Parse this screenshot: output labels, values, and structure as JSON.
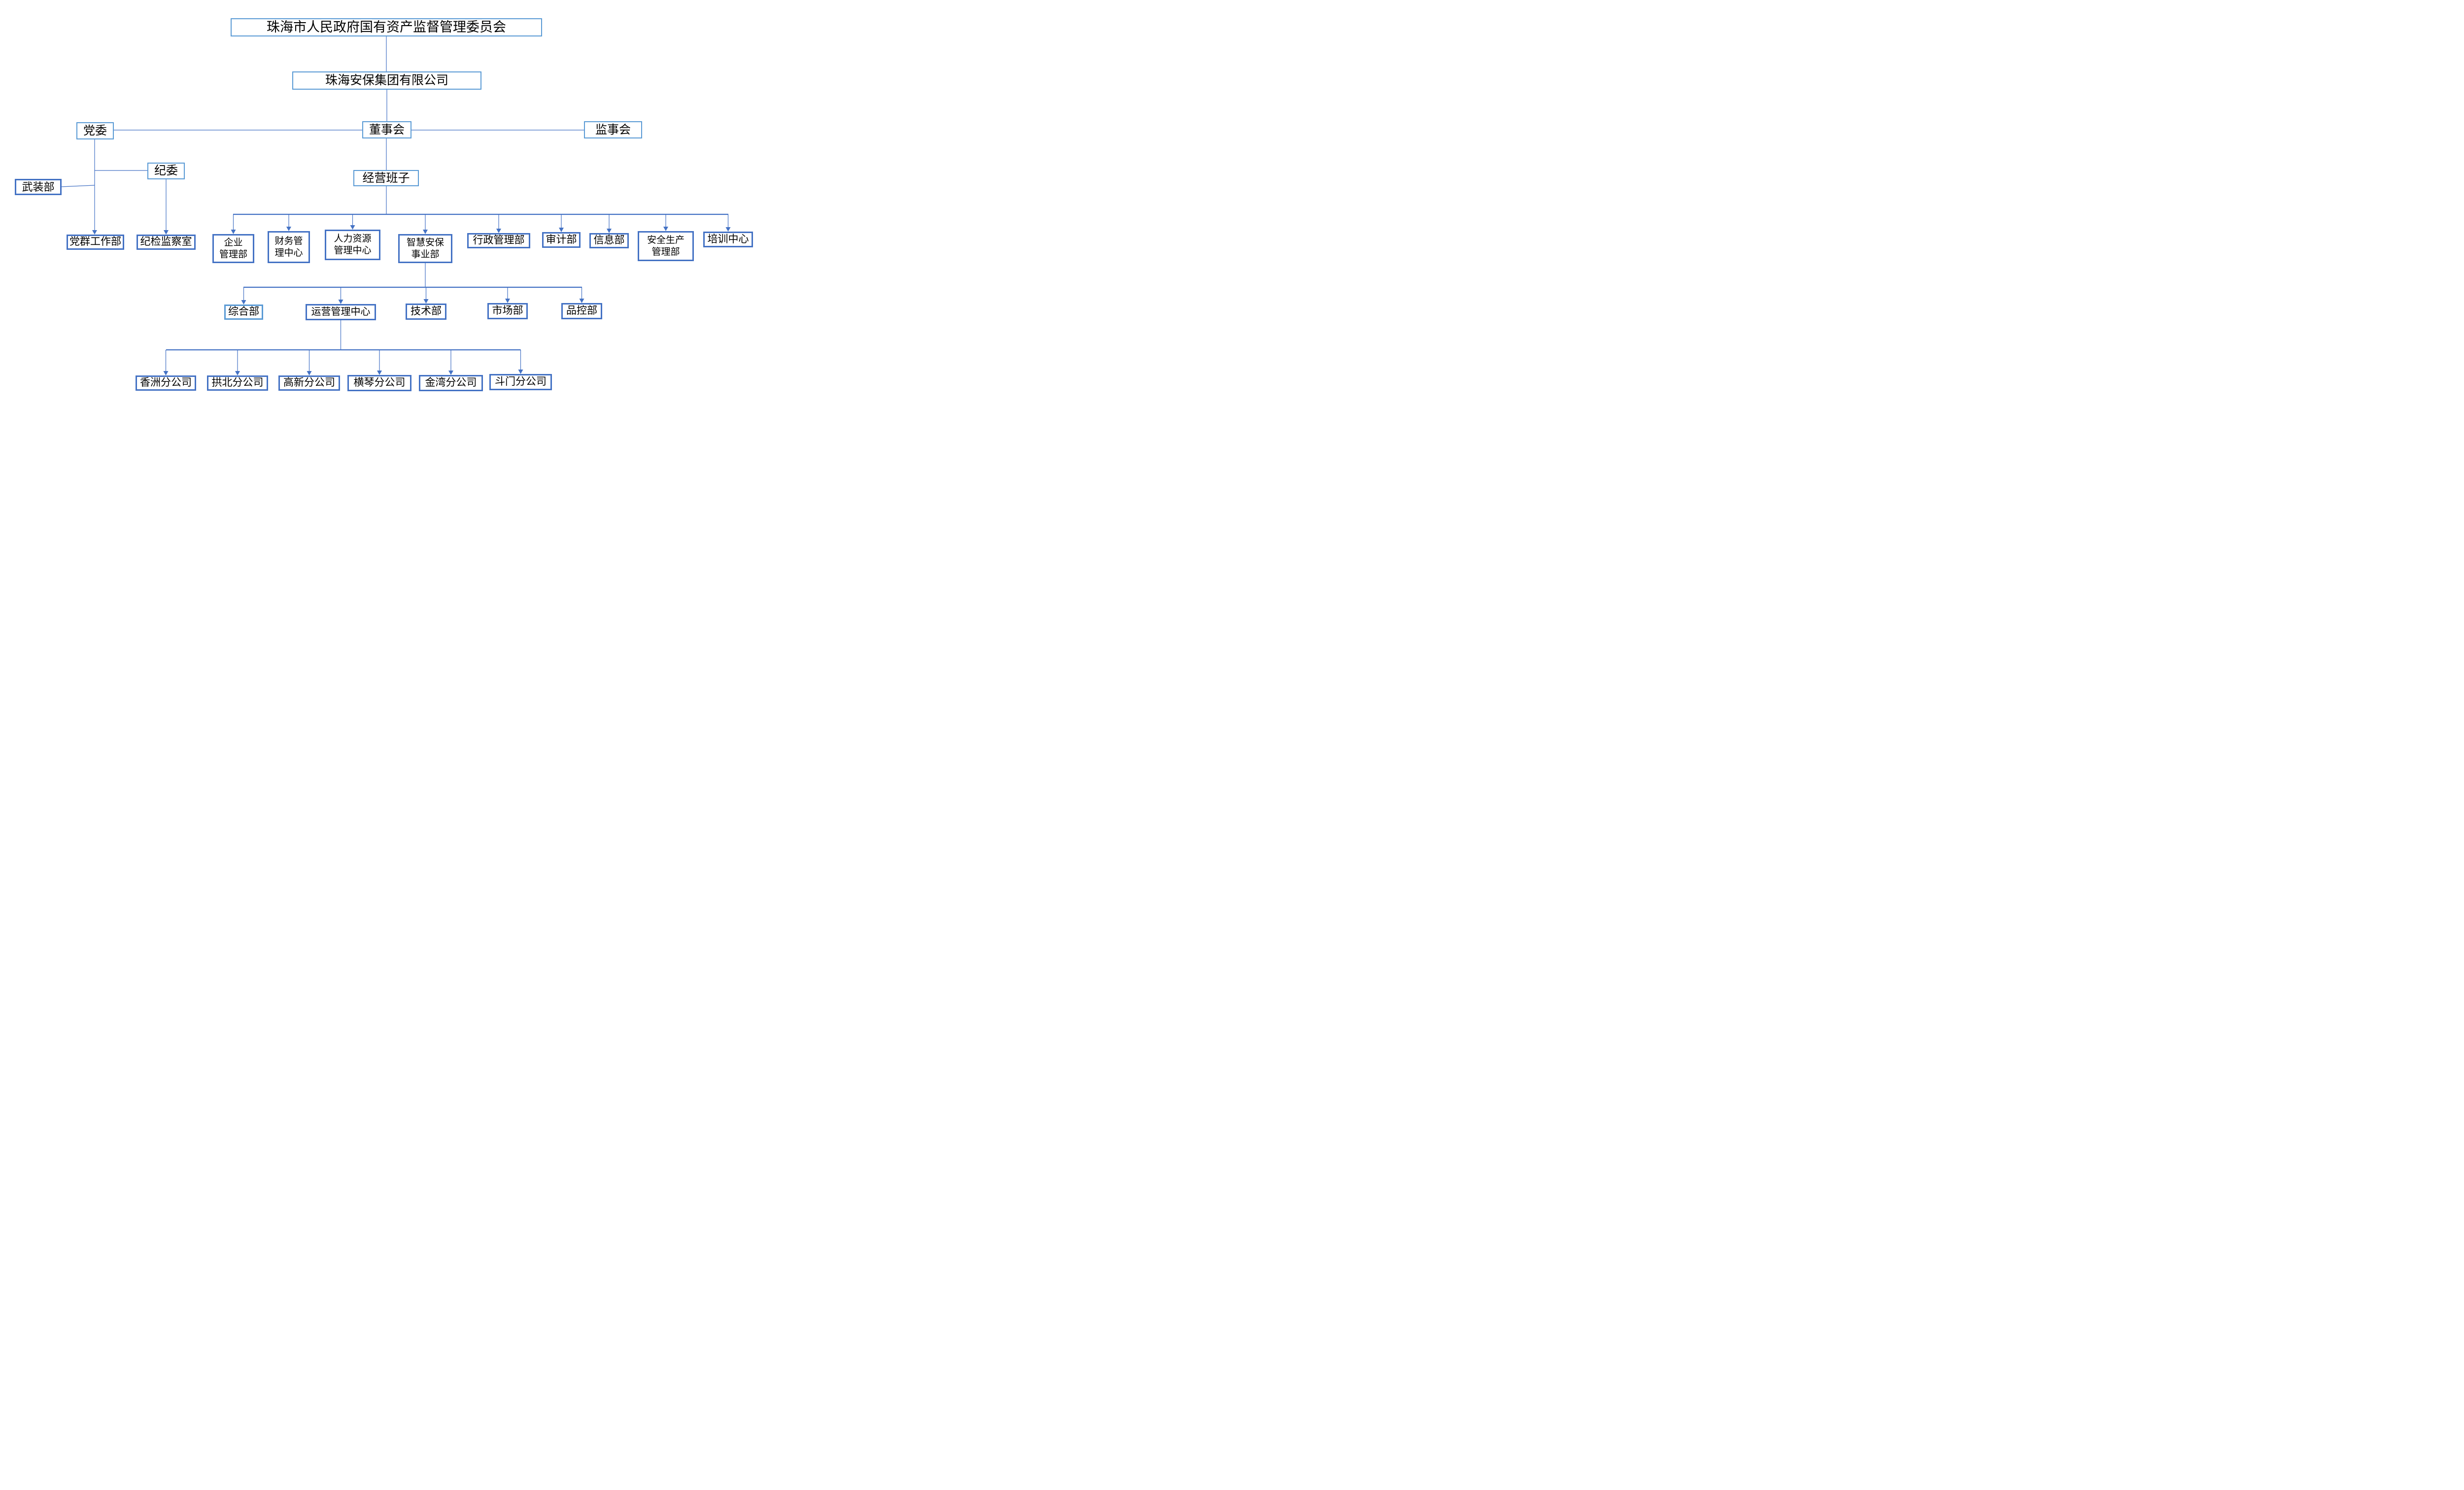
{
  "diagram": {
    "kind": "organizational-chart",
    "company": "珠海安保集团有限公司",
    "colors": {
      "border_light": "#5B9BD5",
      "border_dark": "#4472C4",
      "connector_line": "#4472C4",
      "text": "#000000",
      "background": "#ffffff"
    }
  },
  "nodes": {
    "sasac": {
      "label": "珠海市人民政府国有资产监督管理委员会"
    },
    "group": {
      "label": "珠海安保集团有限公司"
    },
    "party_committee": {
      "label": "党委"
    },
    "board": {
      "label": "董事会"
    },
    "supervisory_board": {
      "label": "监事会"
    },
    "discipline_committee": {
      "label": "纪委"
    },
    "armed_forces_dept": {
      "label": "武装部"
    },
    "management_team": {
      "label": "经营班子"
    },
    "party_mass_work_dept": {
      "label": "党群工作部"
    },
    "discipline_inspection_office": {
      "label": "纪检监察室"
    },
    "enterprise_mgmt_dept": {
      "label": "企业\n管理部"
    },
    "finance_mgmt_center": {
      "label": "财务管\n理中心"
    },
    "hr_mgmt_center": {
      "label": "人力资源\n管理中心"
    },
    "smart_security_division": {
      "label": "智慧安保\n事业部"
    },
    "admin_mgmt_dept": {
      "label": "行政管理部"
    },
    "audit_dept": {
      "label": "审计部"
    },
    "info_dept": {
      "label": "信息部"
    },
    "safety_mgmt_dept": {
      "label": "安全生产\n管理部"
    },
    "training_center": {
      "label": "培训中心"
    },
    "general_dept": {
      "label": "综合部"
    },
    "operations_mgmt_center": {
      "label": "运营管理中心"
    },
    "tech_dept": {
      "label": "技术部"
    },
    "market_dept": {
      "label": "市场部"
    },
    "quality_control_dept": {
      "label": "品控部"
    },
    "xiangzhou_branch": {
      "label": "香洲分公司"
    },
    "gongbei_branch": {
      "label": "拱北分公司"
    },
    "gaoxin_branch": {
      "label": "高新分公司"
    },
    "hengqin_branch": {
      "label": "横琴分公司"
    },
    "jinwan_branch": {
      "label": "金湾分公司"
    },
    "doumen_branch": {
      "label": "斗门分公司"
    }
  },
  "hierarchy": [
    {
      "parent": "珠海市人民政府国有资产监督管理委员会",
      "children": [
        "珠海安保集团有限公司"
      ]
    },
    {
      "parent": "珠海安保集团有限公司",
      "children": [
        "董事会"
      ]
    },
    {
      "parent": "董事会",
      "linked": [
        "党委",
        "监事会"
      ],
      "children": [
        "经营班子"
      ]
    },
    {
      "parent": "党委",
      "children": [
        "纪委",
        "武装部",
        "党群工作部"
      ]
    },
    {
      "parent": "纪委",
      "children": [
        "纪检监察室"
      ]
    },
    {
      "parent": "经营班子",
      "children": [
        "企业管理部",
        "财务管理中心",
        "人力资源管理中心",
        "智慧安保事业部",
        "行政管理部",
        "审计部",
        "信息部",
        "安全生产管理部",
        "培训中心"
      ]
    },
    {
      "parent": "智慧安保事业部",
      "children": [
        "综合部",
        "运营管理中心",
        "技术部",
        "市场部",
        "品控部"
      ]
    },
    {
      "parent": "运营管理中心",
      "children": [
        "香洲分公司",
        "拱北分公司",
        "高新分公司",
        "横琴分公司",
        "金湾分公司",
        "斗门分公司"
      ]
    }
  ]
}
